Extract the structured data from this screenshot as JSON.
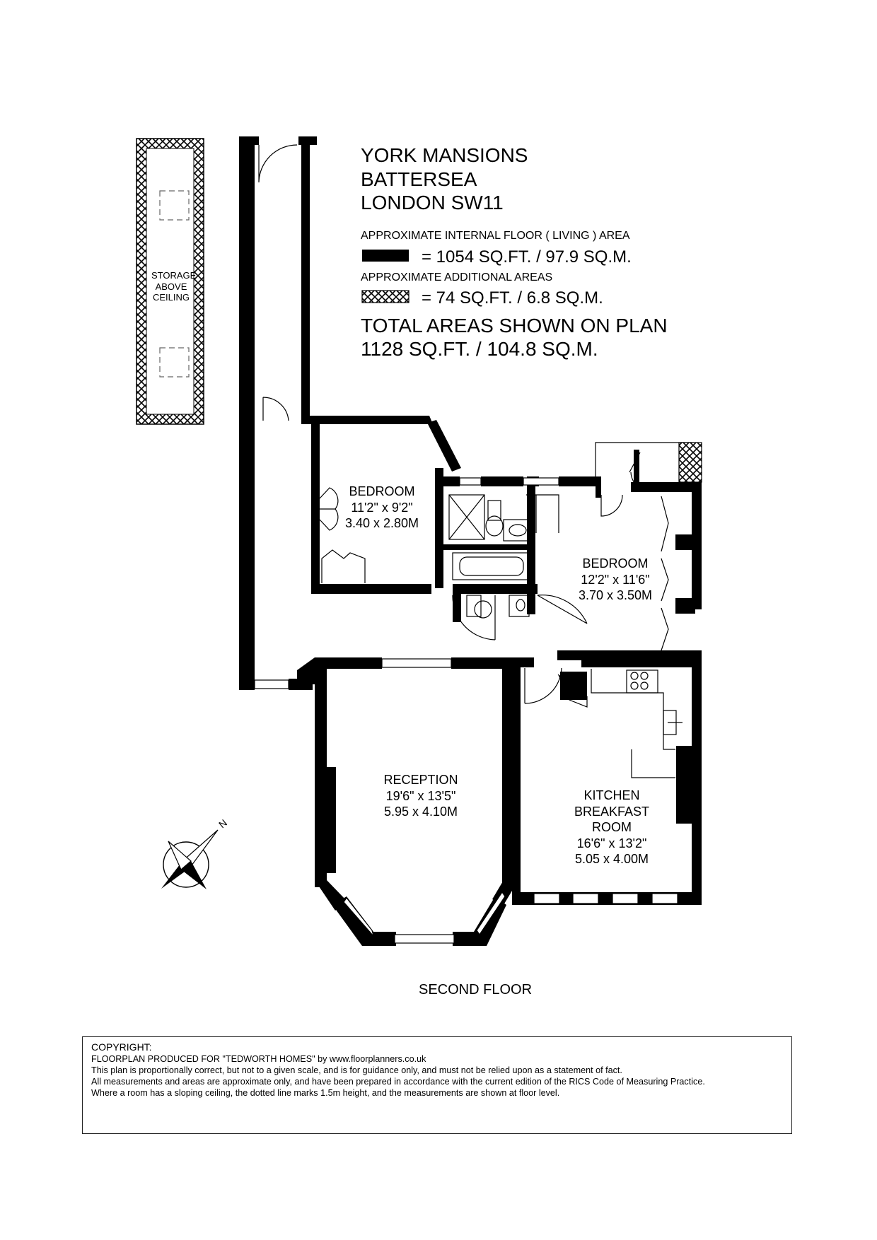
{
  "property": {
    "line1": "YORK MANSIONS",
    "line2": "BATTERSEA",
    "line3": "LONDON SW11"
  },
  "legend": {
    "living_caption": "APPROXIMATE INTERNAL FLOOR ( LIVING ) AREA",
    "living_value": "= 1054 SQ.FT. / 97.9 SQ.M.",
    "additional_caption": "APPROXIMATE ADDITIONAL AREAS",
    "additional_value": "= 74 SQ.FT. / 6.8 SQ.M.",
    "total_caption": "TOTAL AREAS SHOWN ON PLAN",
    "total_value": "1128 SQ.FT. / 104.8 SQ.M."
  },
  "rooms": {
    "storage": {
      "line1": "STORAGE",
      "line2": "ABOVE",
      "line3": "CEILING"
    },
    "bedroom1": {
      "name": "BEDROOM",
      "imperial": "11'2\" x 9'2\"",
      "metric": "3.40 x 2.80M"
    },
    "bedroom2": {
      "name": "BEDROOM",
      "imperial": "12'2\" x 11'6\"",
      "metric": "3.70 x 3.50M"
    },
    "reception": {
      "name": "RECEPTION",
      "imperial": "19'6\" x 13'5\"",
      "metric": "5.95 x 4.10M"
    },
    "kitchen": {
      "name1": "KITCHEN",
      "name2": "BREAKFAST",
      "name3": "ROOM",
      "imperial": "16'6\" x 13'2\"",
      "metric": "5.05 x 4.00M"
    }
  },
  "compass": {
    "label": "N"
  },
  "floor_label": "SECOND FLOOR",
  "copyright": {
    "line1": "COPYRIGHT:",
    "line2": "FLOORPLAN PRODUCED FOR \"TEDWORTH HOMES\" by www.floorplanners.co.uk",
    "line3": "This plan is proportionally correct, but not to a given scale, and is for guidance only, and must not be relied upon as a statement of fact.",
    "line4": "All measurements and areas are approximate only, and have been prepared in accordance with the current edition of the RICS Code of Measuring Practice.",
    "line5": "Where a room has a sloping ceiling, the dotted line marks 1.5m height, and the measurements are shown at floor level."
  },
  "colors": {
    "wall": "#000000",
    "background": "#ffffff",
    "line": "#555555"
  }
}
